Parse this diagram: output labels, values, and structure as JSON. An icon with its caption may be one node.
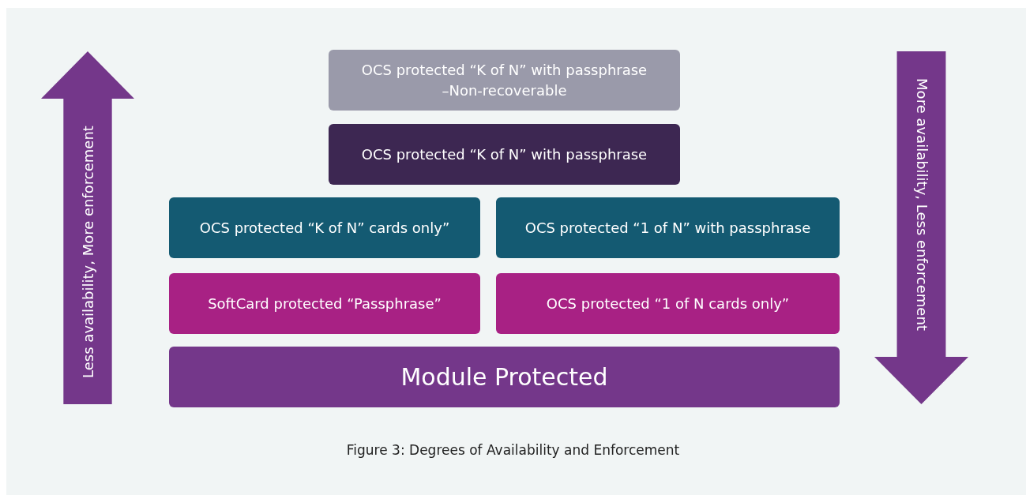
{
  "diagram": {
    "caption": "Figure 3: Degrees of Availability and Enforcement",
    "nodes": [
      {
        "text": [
          "Less availability, More enforcement"
        ]
      },
      {
        "text": [
          "OCS protected “K of N” with passphrase –Non-recoverable"
        ]
      },
      {
        "text": [
          "OCS protected “K of N” with passphrase"
        ]
      },
      {
        "text": [
          "OCS protected “K of N” cards only”"
        ]
      },
      {
        "text": [
          "OCS protected “1 of N” with passphrase"
        ]
      },
      {
        "text": [
          "SoftCard protected “Passphrase”"
        ]
      },
      {
        "text": [
          "OCS protected “1 of N cards only”"
        ]
      },
      {
        "text": [
          "Module Protected"
        ]
      },
      {
        "text": [
          "More availability, Less enforcement"
        ]
      }
    ]
  }
}
